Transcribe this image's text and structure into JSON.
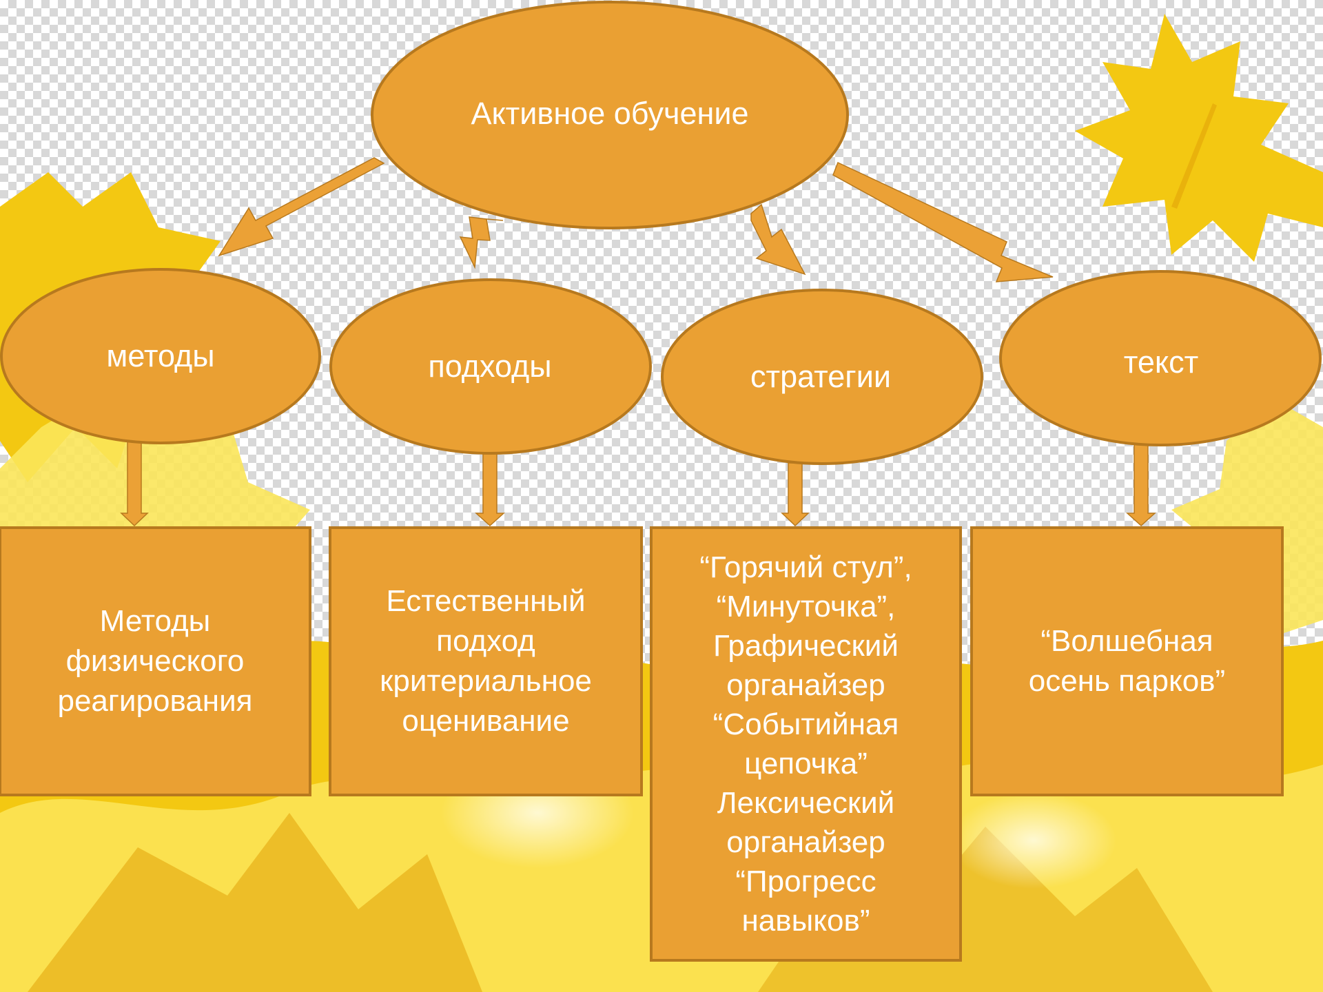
{
  "colors": {
    "node_fill": "#EAA033",
    "node_border": "#B7791E",
    "arrow_fill": "#EBA136",
    "leaf_light": "#FBE55A",
    "leaf_main": "#F3C812",
    "leaf_dark": "#E2A309"
  },
  "root": {
    "label": "Активное обучение"
  },
  "branches": [
    {
      "label": "методы",
      "detail": "Методы\nфизического\nреагирования"
    },
    {
      "label": "подходы",
      "detail": "Естественный\nподход\nкритериальное\nоценивание"
    },
    {
      "label": "стратегии",
      "detail": "“Горячий стул”,\n“Минуточка”,\nГрафический\nорганайзер\n“Событийная\nцепочка”\nЛексический\nорганайзер\n“Прогресс\nнавыков”"
    },
    {
      "label": "текст",
      "detail": "“Волшебная\nосень парков”"
    }
  ]
}
